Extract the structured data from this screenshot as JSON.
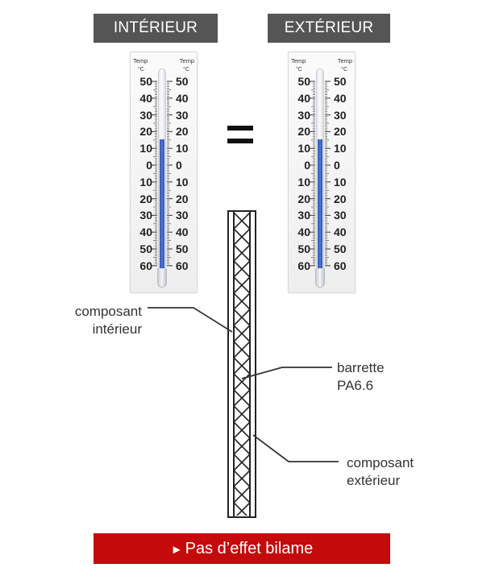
{
  "header": {
    "interior_label": "INTÉRIEUR",
    "exterior_label": "EXTÉRIEUR"
  },
  "thermometer": {
    "head_label": "Temp",
    "unit_label": "°C",
    "scale_values": [
      "50",
      "40",
      "30",
      "20",
      "10",
      "0",
      "10",
      "20",
      "30",
      "40",
      "50",
      "60"
    ],
    "fluid_color": "#4a74d6"
  },
  "equals_sign": "=",
  "labels": {
    "interior_component_line1": "composant",
    "interior_component_line2": "intérieur",
    "bar_line1": "barrette",
    "bar_line2": "PA6.6",
    "exterior_component_line1": "composant",
    "exterior_component_line2": "extérieur"
  },
  "footer": {
    "arrow_icon": "play-arrow-icon",
    "text": "Pas d’effet bilame",
    "color": "#c40a0a"
  }
}
